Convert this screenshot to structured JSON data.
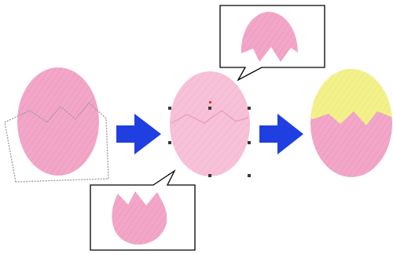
{
  "diagram": {
    "steps": [
      {
        "name": "original-egg",
        "fill": "#f2a7c8"
      },
      {
        "name": "selected-split-egg",
        "fill": "#f7c1d8",
        "selection_handle_color": "#3a3a3a",
        "rotate_handle_color": "#e04040"
      },
      {
        "name": "result-egg",
        "top_fill": "#f3f28a",
        "bottom_fill": "#f2a7c8"
      }
    ],
    "arrows": {
      "color": "#1f3fe0",
      "count": 2
    },
    "callouts": [
      {
        "name": "top-piece-callout",
        "piece_fill": "#ee98bf"
      },
      {
        "name": "bottom-piece-callout",
        "piece_fill": "#ee98bf"
      }
    ],
    "cut_outline_color": "#9a9a9a",
    "stroke_texture_color": "#e37fae"
  }
}
